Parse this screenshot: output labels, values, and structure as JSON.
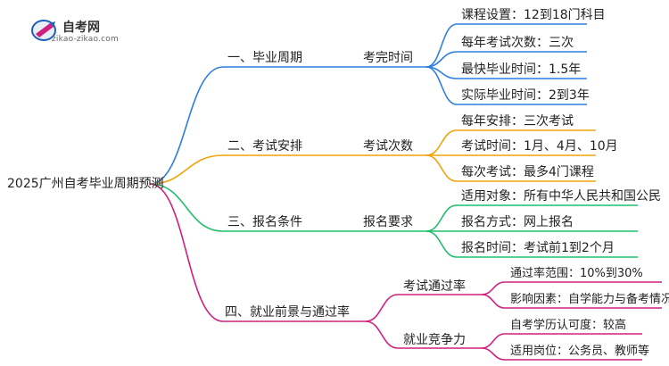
{
  "brand": {
    "name": "自考网",
    "url": "zikao-zikao.com"
  },
  "root": "2025广州自考毕业周期预测",
  "colors": {
    "blue": "#2f7de1",
    "orange": "#f0a20a",
    "green": "#1fbf6e",
    "magenta": "#d0207f"
  },
  "branches": [
    {
      "label": "一、毕业周期",
      "sub": [
        {
          "label": "考完时间",
          "leaves": [
            "课程设置：12到18门科目",
            "每年考试次数：三次",
            "最快毕业时间：1.5年",
            "实际毕业时间：2到3年"
          ]
        }
      ]
    },
    {
      "label": "二、考试安排",
      "sub": [
        {
          "label": "考试次数",
          "leaves": [
            "每年安排：三次考试",
            "考试时间：1月、4月、10月",
            "每次考试：最多4门课程"
          ]
        }
      ]
    },
    {
      "label": "三、报名条件",
      "sub": [
        {
          "label": "报名要求",
          "leaves": [
            "适用对象：所有中华人民共和国公民",
            "报名方式：网上报名",
            "报名时间：考试前1到2个月"
          ]
        }
      ]
    },
    {
      "label": "四、就业前景与通过率",
      "sub": [
        {
          "label": "考试通过率",
          "leaves": [
            "通过率范围：10%到30%",
            "影响因素：自学能力与备考情况"
          ]
        },
        {
          "label": "就业竞争力",
          "leaves": [
            "自考学历认可度：较高",
            "适用岗位：公务员、教师等"
          ]
        }
      ]
    }
  ]
}
